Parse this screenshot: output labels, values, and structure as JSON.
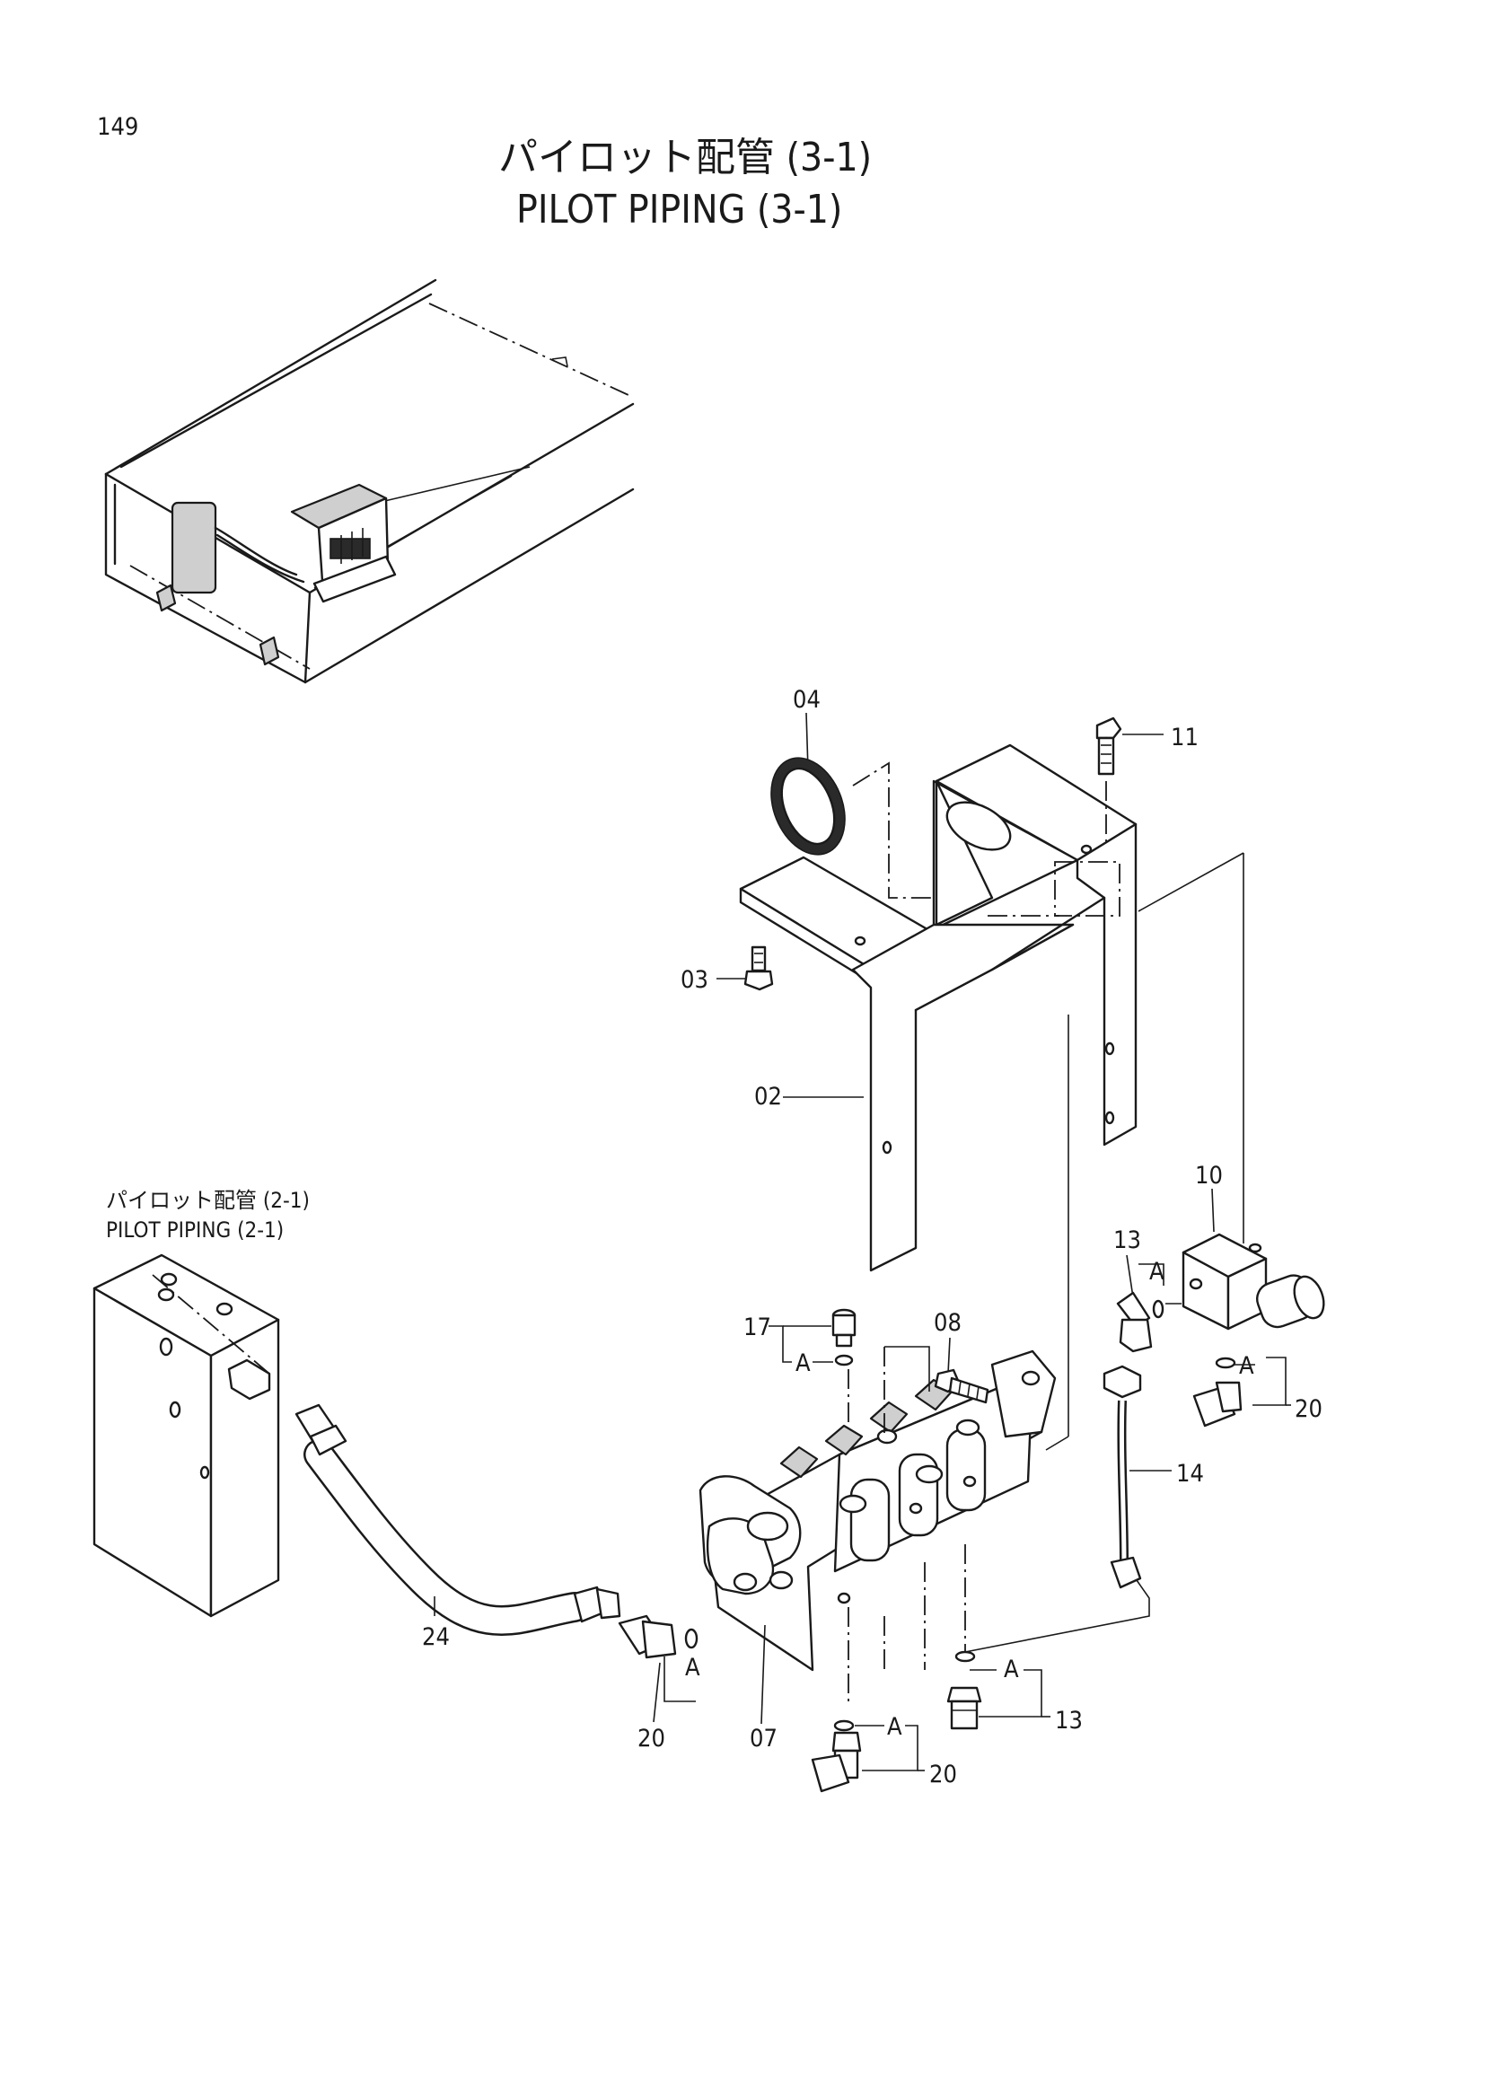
{
  "page": {
    "number": "149"
  },
  "title": {
    "japanese": "パイロット配管 (3-1)",
    "english": "PILOT PIPING (3-1)"
  },
  "reference": {
    "japanese": "パイロット配管 (2-1)",
    "english": "PILOT PIPING (2-1)"
  },
  "callouts": {
    "c04": "04",
    "c11": "11",
    "c03": "03",
    "c02": "02",
    "c10": "10",
    "c13a": "13",
    "c13b": "13",
    "c17": "17",
    "c08": "08",
    "c20a": "20",
    "c20b": "20",
    "c20c": "20",
    "c14": "14",
    "c24": "24",
    "c07": "07"
  },
  "seal_marks": {
    "a1": "A",
    "a2": "A",
    "a3": "A",
    "a4": "A",
    "a5": "A",
    "a6": "A"
  }
}
